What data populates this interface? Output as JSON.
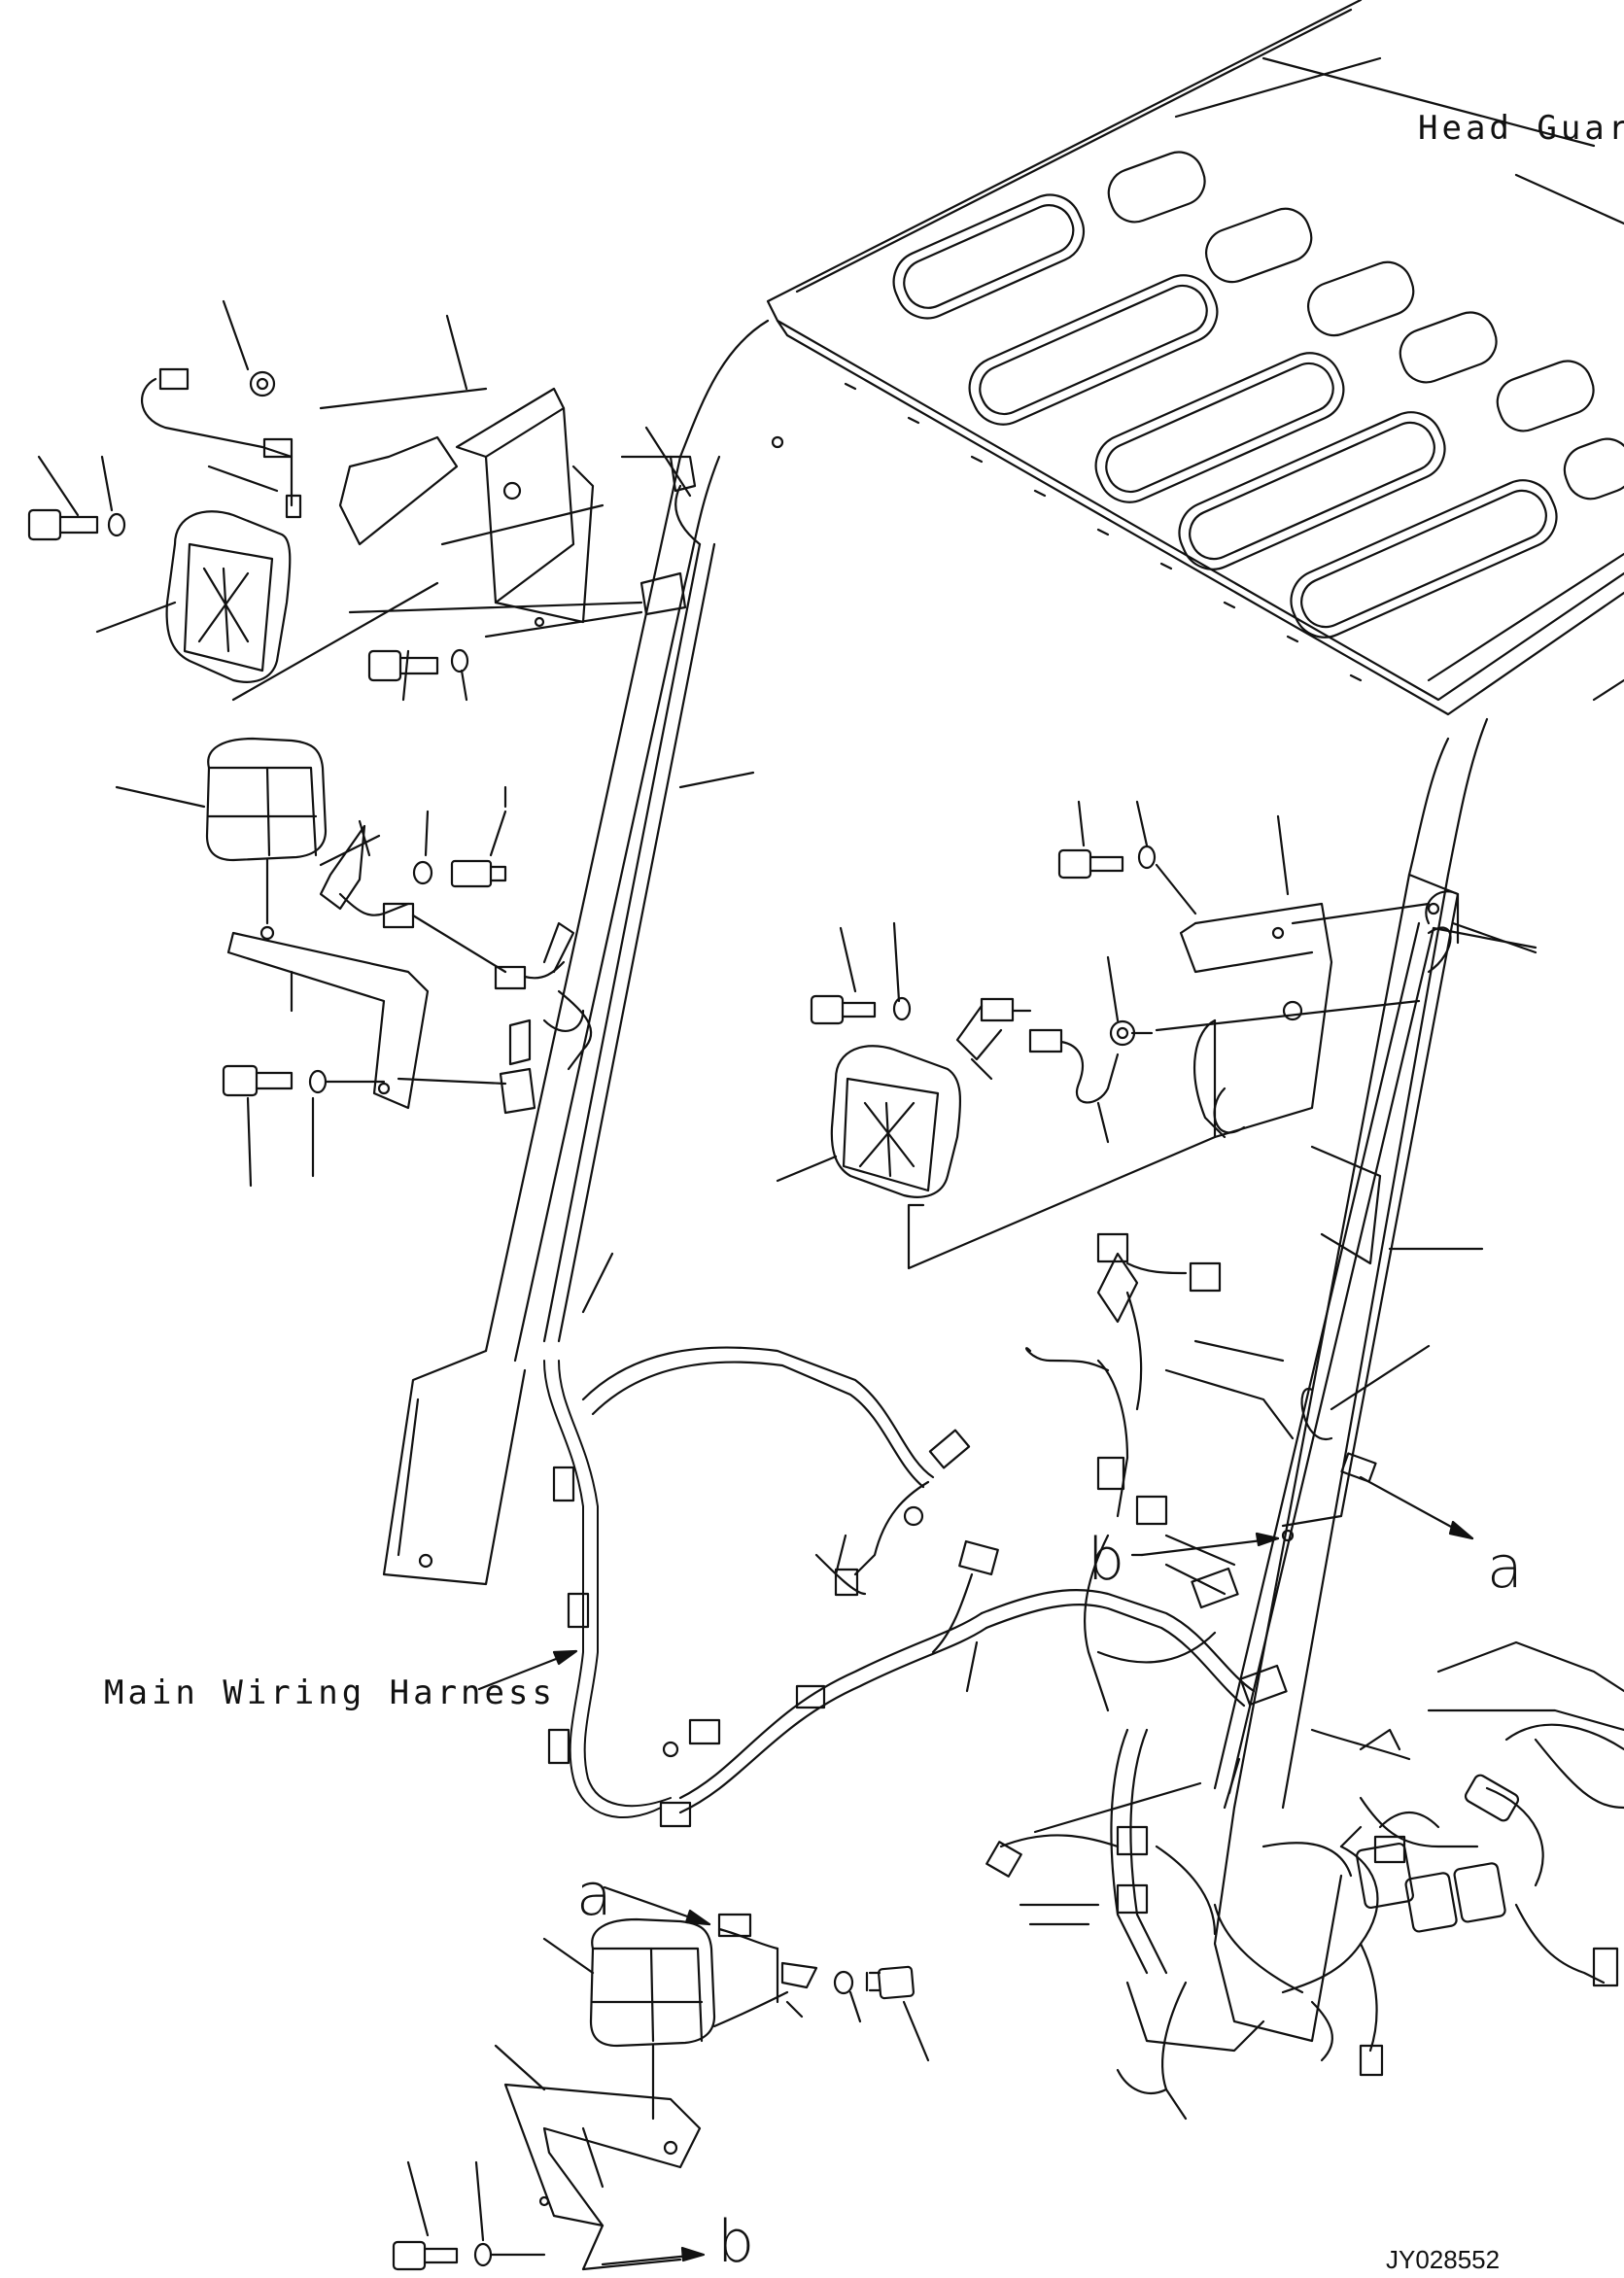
{
  "labels": {
    "head_guard": "Head Guard",
    "main_wiring_harness": "Main Wiring Harness",
    "ref_a_1": "a",
    "ref_b_1": "b",
    "ref_a_2": "a",
    "ref_b_2": "b",
    "drawing_code": "JY028552"
  },
  "colors": {
    "line": "#111111",
    "background": "#ffffff"
  }
}
